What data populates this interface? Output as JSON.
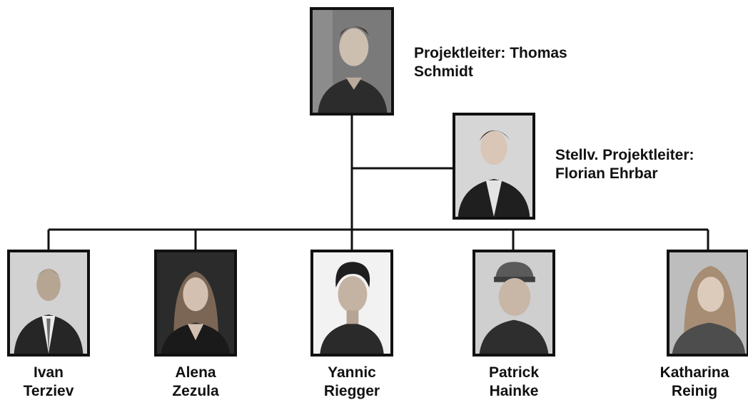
{
  "leader": {
    "title_line1": "Projektleiter: Thomas",
    "title_line2": "Schmidt"
  },
  "deputy": {
    "title_line1": "Stellv. Projektleiter:",
    "title_line2": "Florian Ehrbar"
  },
  "members": [
    {
      "first": "Ivan",
      "last": "Terziev"
    },
    {
      "first": "Alena",
      "last": "Zezula"
    },
    {
      "first": "Yannic",
      "last": "Riegger"
    },
    {
      "first": "Patrick",
      "last": "Hainke"
    },
    {
      "first": "Katharina",
      "last": "Reinig"
    }
  ]
}
